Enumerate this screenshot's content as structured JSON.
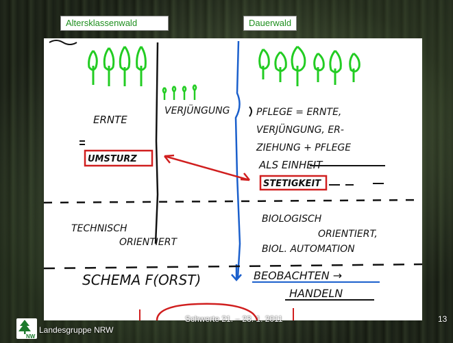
{
  "labels": {
    "left": "Altersklassenwald",
    "right": "Dauerwald"
  },
  "board": {
    "left_col": {
      "ernte": "ERNTE",
      "verjuengung": "VERJÜNGUNG",
      "umsturz": "UMSTURZ",
      "technisch": "TECHNISCH",
      "orientiert": "ORIENTIERT",
      "schema": "SCHEMA F(ORST)"
    },
    "right_col": {
      "line1": "PFLEGE = ERNTE,",
      "line2": "VERJÜNGUNG, ER-",
      "line3": "ZIEHUNG + PFLEGE",
      "line4": "ALS EINHEIT",
      "stetigkeit": "STETIGKEIT",
      "bio1": "BIOLOGISCH",
      "bio2": "ORIENTIERT,",
      "bio3": "BIOL. AUTOMATION",
      "beobachten": "BEOBACHTEN →",
      "handeln": "HANDELN"
    },
    "colors": {
      "ink": "#111111",
      "trees": "#22cc22",
      "divider": "#1a5fcc",
      "highlight": "#d01e1e"
    }
  },
  "footer": {
    "org": "Landesgruppe NRW",
    "event": "Schwerte 21. – 23. 1. 2011",
    "page": "13",
    "logo_text": "NW"
  }
}
